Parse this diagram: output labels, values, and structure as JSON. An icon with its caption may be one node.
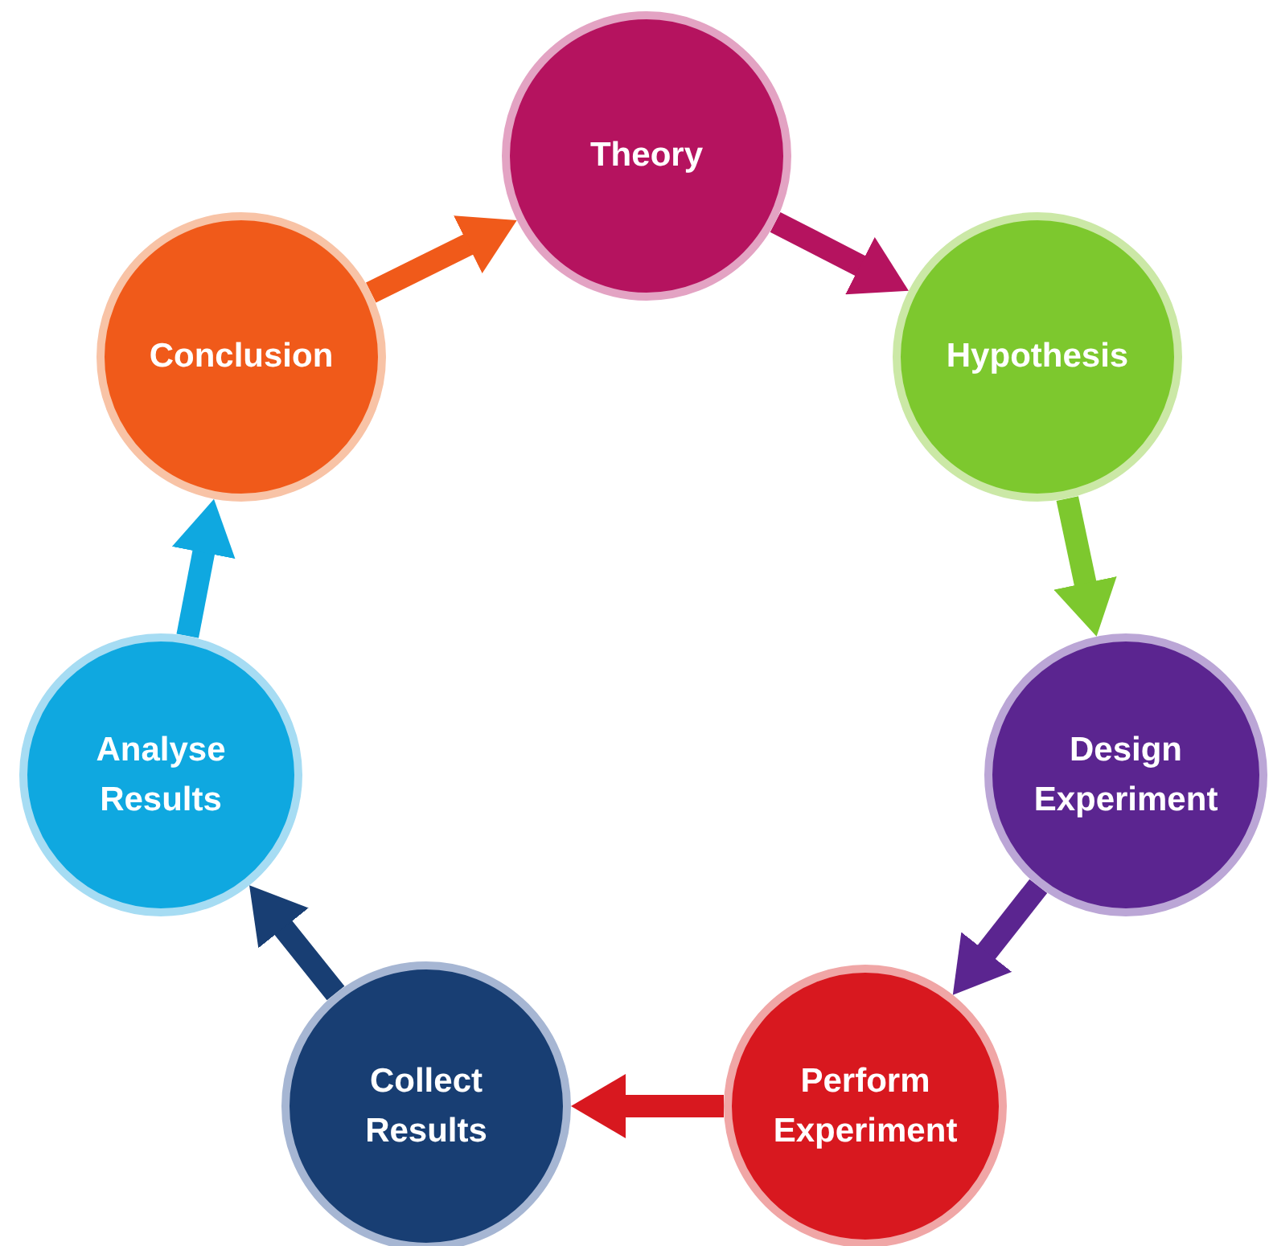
{
  "diagram": {
    "nodes": [
      {
        "text": [
          "Theory"
        ]
      },
      {
        "text": [
          "Hypothesis"
        ]
      },
      {
        "text": [
          "Design Experiment"
        ]
      },
      {
        "text": [
          "Perform Experiment"
        ]
      },
      {
        "text": [
          "Collect Results"
        ]
      },
      {
        "text": [
          "Analyse Results"
        ]
      },
      {
        "text": [
          "Conclusion"
        ]
      }
    ],
    "edges": [
      {
        "from": 0,
        "to": 1,
        "arrow": "to",
        "color": "#b5135f"
      },
      {
        "from": 1,
        "to": 2,
        "arrow": "to",
        "color": "#7dc82e"
      },
      {
        "from": 2,
        "to": 3,
        "arrow": "to",
        "color": "#5b2590"
      },
      {
        "from": 3,
        "to": 4,
        "arrow": "to",
        "color": "#d8181f"
      },
      {
        "from": 4,
        "to": 5,
        "arrow": "to",
        "color": "#183e73"
      },
      {
        "from": 5,
        "to": 6,
        "arrow": "to",
        "color": "#0fa8e0"
      },
      {
        "from": 6,
        "to": 0,
        "arrow": "to",
        "color": "#f05a1a"
      }
    ]
  }
}
